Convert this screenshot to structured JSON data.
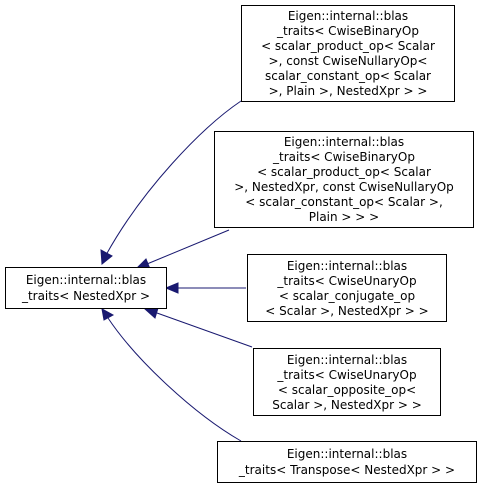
{
  "nodes": {
    "base": {
      "lines": [
        "Eigen::internal::blas",
        "_traits< NestedXpr >"
      ]
    },
    "derived": [
      {
        "lines": [
          "Eigen::internal::blas",
          "_traits< CwiseBinaryOp",
          "< scalar_product_op< Scalar",
          " >, const CwiseNullaryOp<",
          " scalar_constant_op< Scalar",
          " >, Plain >, NestedXpr > >"
        ]
      },
      {
        "lines": [
          "Eigen::internal::blas",
          "_traits< CwiseBinaryOp",
          "< scalar_product_op< Scalar",
          " >, NestedXpr, const CwiseNullaryOp",
          "< scalar_constant_op< Scalar >,",
          " Plain > > >"
        ]
      },
      {
        "lines": [
          "Eigen::internal::blas",
          "_traits< CwiseUnaryOp",
          "< scalar_conjugate_op",
          "< Scalar >, NestedXpr > >"
        ]
      },
      {
        "lines": [
          "Eigen::internal::blas",
          "_traits< CwiseUnaryOp",
          "< scalar_opposite_op<",
          " Scalar >, NestedXpr > >"
        ]
      },
      {
        "lines": [
          "Eigen::internal::blas",
          "_traits< Transpose< NestedXpr > >"
        ]
      }
    ]
  },
  "colors": {
    "edge": "#191970",
    "box_border": "#000000",
    "text": "#000000",
    "background": "#ffffff"
  }
}
